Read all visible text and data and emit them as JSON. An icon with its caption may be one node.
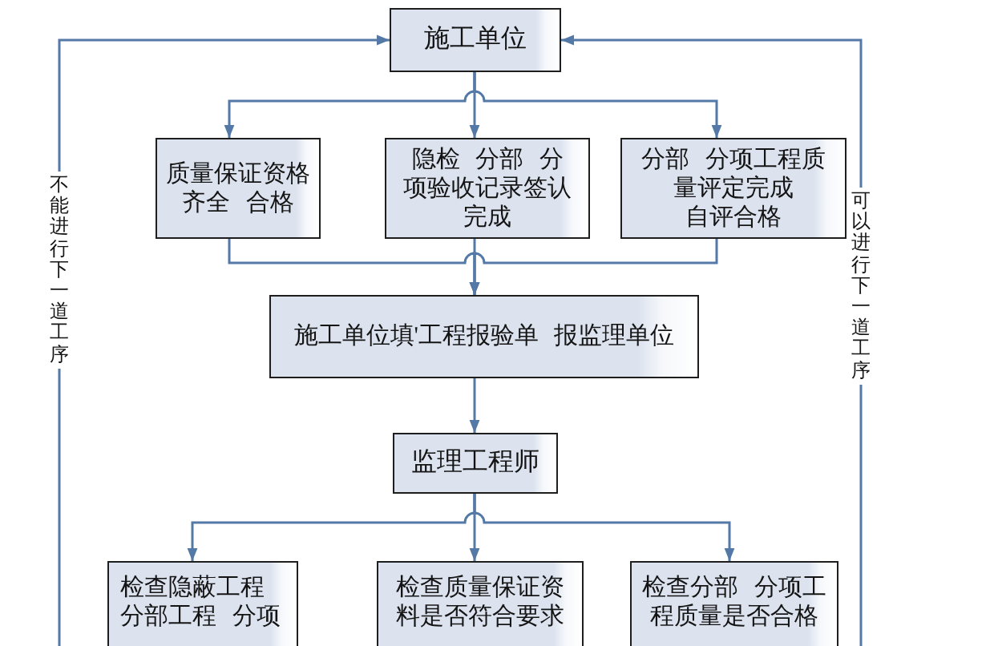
{
  "diagram": {
    "nodes": [
      {
        "text": [
          "施工单位"
        ]
      },
      {
        "text": [
          "质量保证资格齐全 合格"
        ]
      },
      {
        "text": [
          "隐检 分部 分项验收记录签认完成"
        ]
      },
      {
        "text": [
          "分部 分项工程质量评定完成",
          "自评合格"
        ]
      },
      {
        "text": [
          "施工单位填'工程报验单 报监理单位"
        ]
      },
      {
        "text": [
          "监理工程师"
        ]
      },
      {
        "text": [
          "检查隐蔽工程分部工程 分项"
        ]
      },
      {
        "text": [
          "检查质量保证资料是否符合要求"
        ]
      },
      {
        "text": [
          "检查分部 分项工程质量是否合格"
        ]
      }
    ],
    "edges": [
      {
        "from": 0,
        "to": 1,
        "arrow": "to"
      },
      {
        "from": 0,
        "to": 2,
        "arrow": "to"
      },
      {
        "from": 0,
        "to": 3,
        "arrow": "to"
      },
      {
        "from": 1,
        "to": 4,
        "arrow": "to"
      },
      {
        "from": 2,
        "to": 4,
        "arrow": "to"
      },
      {
        "from": 3,
        "to": 4,
        "arrow": "to"
      },
      {
        "from": 4,
        "to": 5,
        "arrow": "to"
      },
      {
        "from": 5,
        "to": 6,
        "arrow": "to"
      },
      {
        "from": 5,
        "to": 7,
        "arrow": "to"
      },
      {
        "from": 5,
        "to": 8,
        "arrow": "to"
      },
      {
        "from": null,
        "to": 0,
        "arrow": "to",
        "label": "不能进行下一道工序"
      },
      {
        "from": null,
        "to": 0,
        "arrow": "to",
        "label": "可以进行下一道工序"
      }
    ]
  }
}
